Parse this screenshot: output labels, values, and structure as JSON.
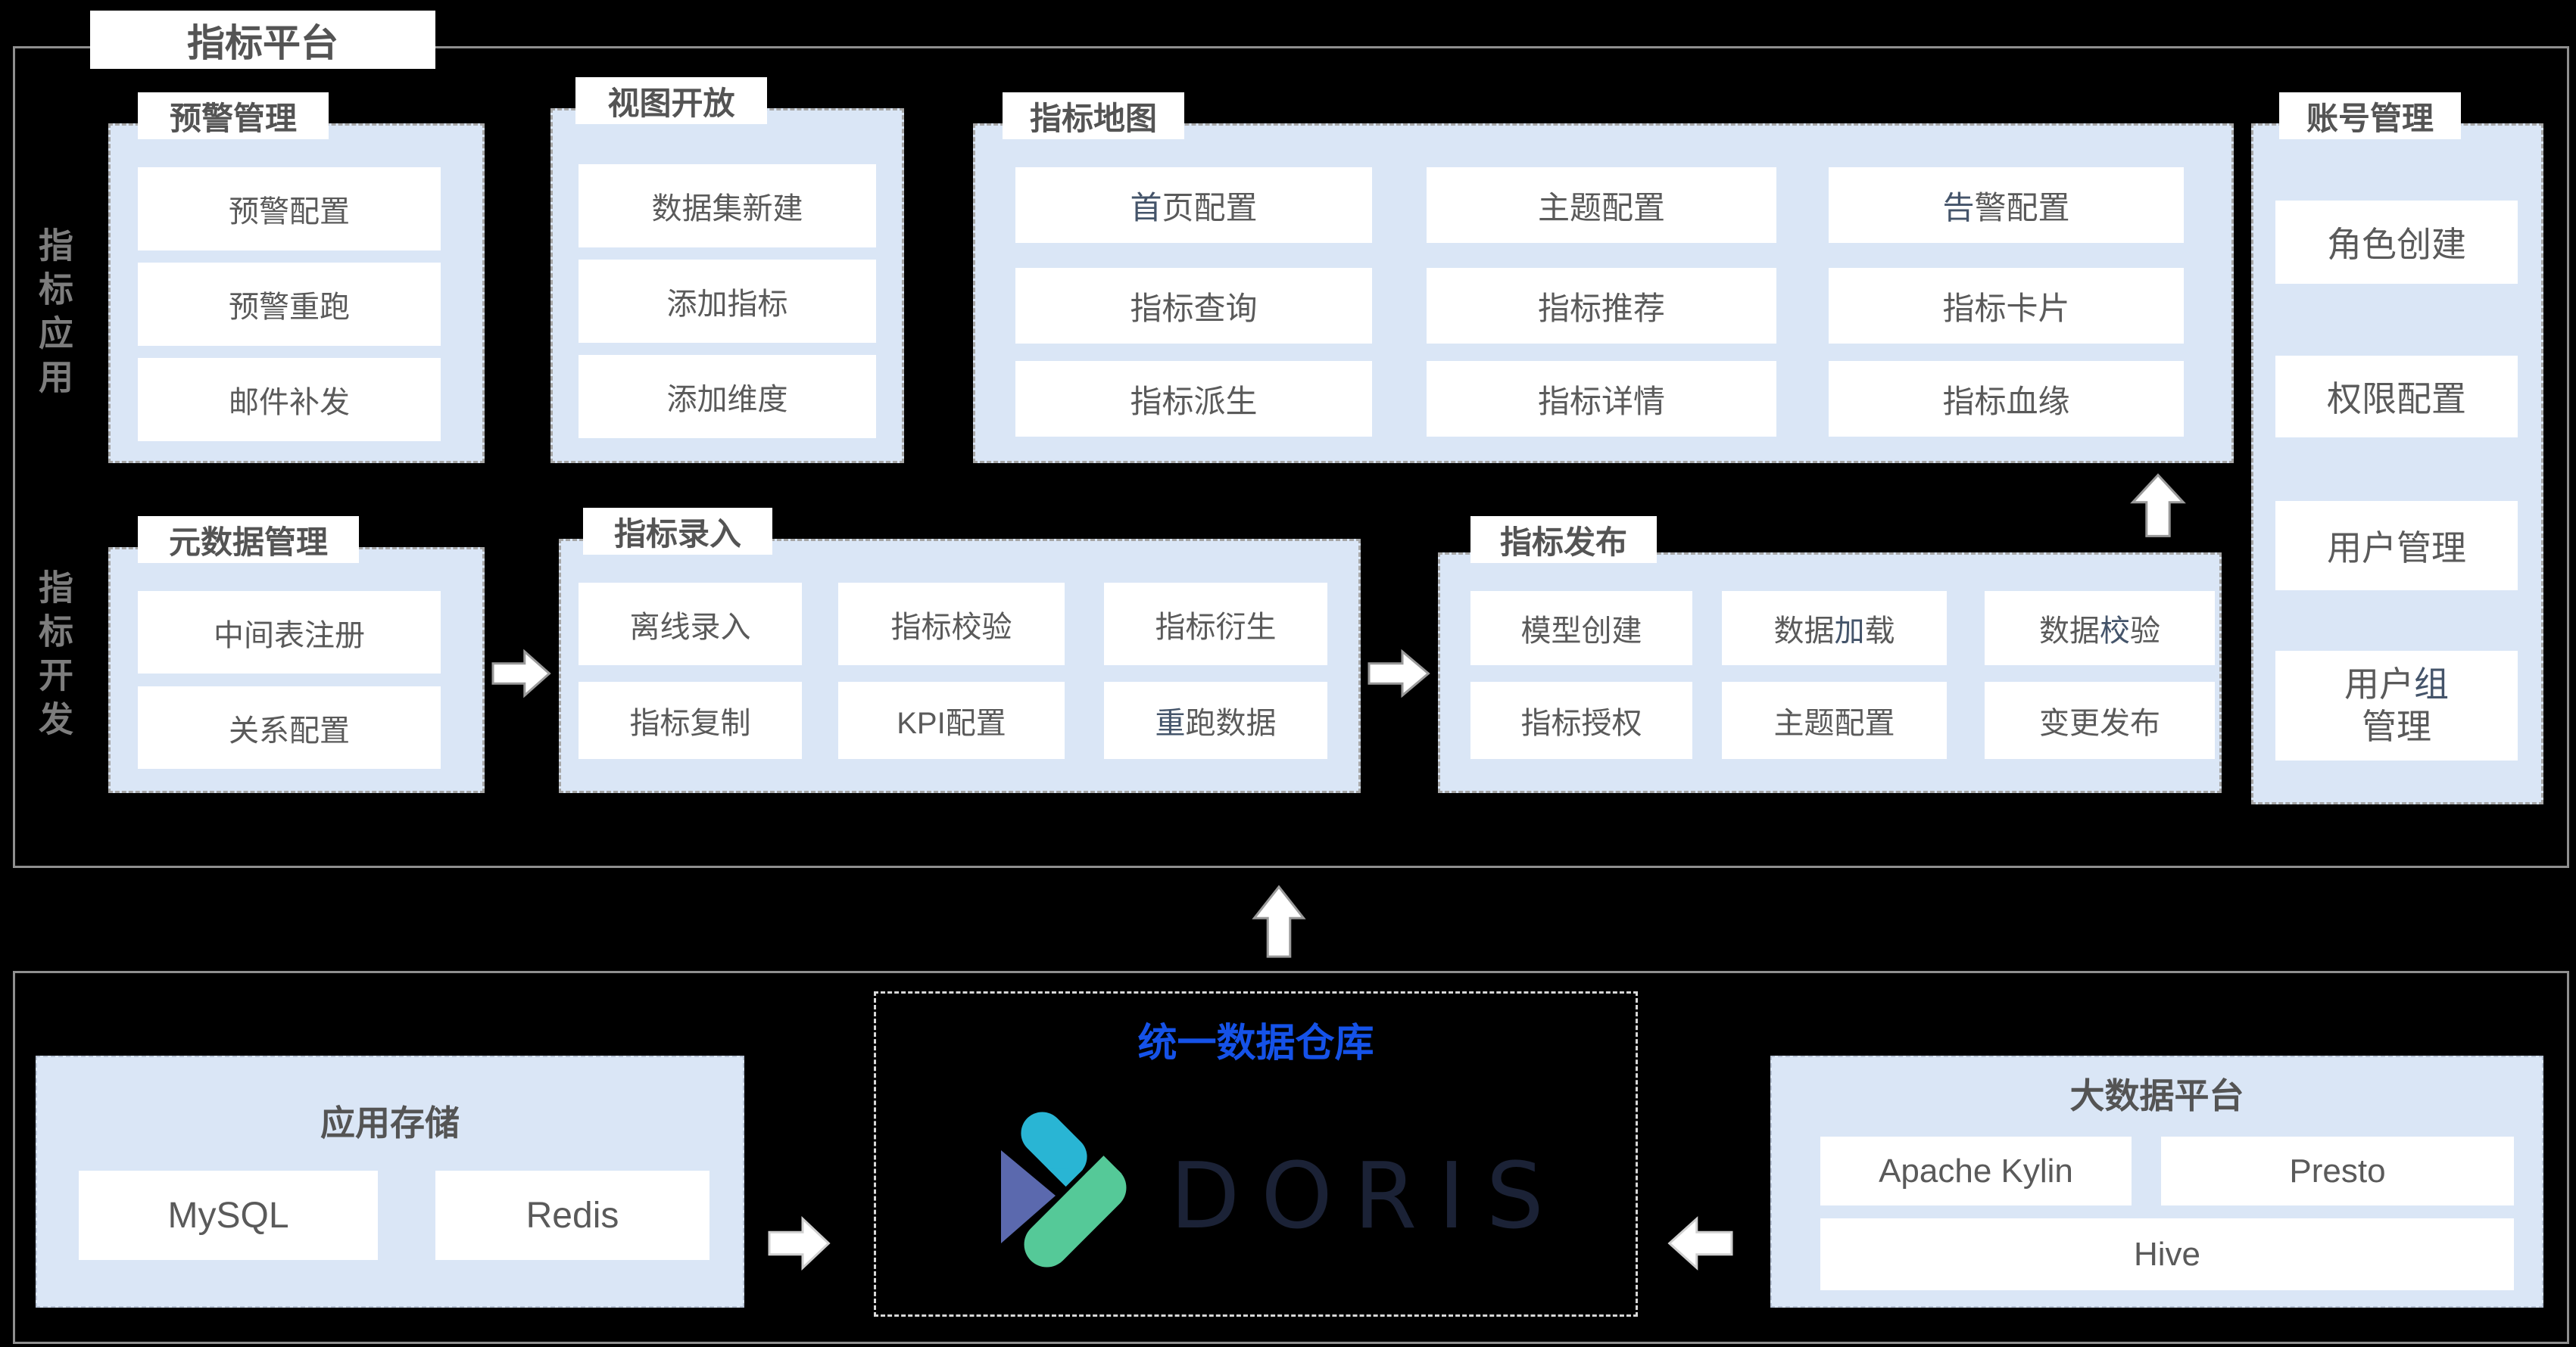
{
  "title": "指标平台",
  "side_labels": {
    "top": "指标应用",
    "bottom": "指标开发"
  },
  "groups": {
    "alert": {
      "title": "预警管理",
      "items": [
        {
          "pre": "预警配置",
          "accent": "",
          "rest": ""
        },
        {
          "pre": "预警重跑",
          "accent": "",
          "rest": ""
        },
        {
          "pre": "邮件补发",
          "accent": "",
          "rest": ""
        }
      ]
    },
    "view": {
      "title": "视图开放",
      "items": [
        {
          "pre": "数据集新建",
          "accent": "",
          "rest": ""
        },
        {
          "pre": "添加指标",
          "accent": "",
          "rest": ""
        },
        {
          "pre": "添加维度",
          "accent": "",
          "rest": ""
        }
      ]
    },
    "map": {
      "title": "指标地图",
      "items": [
        {
          "pre": "",
          "accent": "首",
          "rest": "页配置"
        },
        {
          "pre": "主题配置",
          "accent": "",
          "rest": ""
        },
        {
          "pre": "",
          "accent": "告",
          "rest": "警配置"
        },
        {
          "pre": "指标查询",
          "accent": "",
          "rest": ""
        },
        {
          "pre": "指标推荐",
          "accent": "",
          "rest": ""
        },
        {
          "pre": "指标卡片",
          "accent": "",
          "rest": ""
        },
        {
          "pre": "指标派生",
          "accent": "",
          "rest": ""
        },
        {
          "pre": "指标详情",
          "accent": "",
          "rest": ""
        },
        {
          "pre": "指标血缘",
          "accent": "",
          "rest": ""
        }
      ]
    },
    "account": {
      "title": "账号管理",
      "items": [
        {
          "pre": "角色创建",
          "accent": "",
          "rest": ""
        },
        {
          "pre": "权限配置",
          "accent": "",
          "rest": ""
        },
        {
          "pre": "用户管理",
          "accent": "",
          "rest": ""
        },
        {
          "pre": "用户",
          "accent": "组",
          "rest": "管理"
        }
      ]
    },
    "meta": {
      "title": "元数据管理",
      "items": [
        {
          "pre": "中间表注册",
          "accent": "",
          "rest": ""
        },
        {
          "pre": "关系配置",
          "accent": "",
          "rest": ""
        }
      ]
    },
    "entry": {
      "title": "指标录入",
      "items": [
        {
          "pre": "离线录入",
          "accent": "",
          "rest": ""
        },
        {
          "pre": "指标校验",
          "accent": "",
          "rest": ""
        },
        {
          "pre": "指标衍生",
          "accent": "",
          "rest": ""
        },
        {
          "pre": "指标复制",
          "accent": "",
          "rest": ""
        },
        {
          "pre": "KPI配置",
          "accent": "",
          "rest": ""
        },
        {
          "pre": "",
          "accent": "重",
          "rest": "跑数据"
        }
      ]
    },
    "publish": {
      "title": "指标发布",
      "items": [
        {
          "pre": "模型创建",
          "accent": "",
          "rest": ""
        },
        {
          "pre": "数据",
          "accent": "加",
          "rest": "载"
        },
        {
          "pre": "数据",
          "accent": "校",
          "rest": "验"
        },
        {
          "pre": "指标授权",
          "accent": "",
          "rest": ""
        },
        {
          "pre": "主题配置",
          "accent": "",
          "rest": ""
        },
        {
          "pre": "变更发布",
          "accent": "",
          "rest": ""
        }
      ]
    }
  },
  "infra": {
    "app_storage": {
      "title": "应用存储",
      "items": [
        {
          "text": "MySQL"
        },
        {
          "text": "Redis"
        }
      ]
    },
    "unified_dw": {
      "title": "统一数据仓库",
      "logo_text": "DORIS"
    },
    "big_data": {
      "title": "大数据平台",
      "items": [
        {
          "text": "Apache Kylin"
        },
        {
          "text": "Presto"
        },
        {
          "text": "Hive"
        }
      ]
    }
  },
  "icons": {
    "flow_arrows": [
      {
        "name": "arrow-metadata-to-entry",
        "direction": "right"
      },
      {
        "name": "arrow-entry-to-publish",
        "direction": "right"
      },
      {
        "name": "arrow-publish-to-map",
        "direction": "up"
      },
      {
        "name": "arrow-warehouse-to-platform",
        "direction": "up"
      },
      {
        "name": "arrow-storage-to-doris",
        "direction": "right"
      },
      {
        "name": "arrow-bigdata-to-doris",
        "direction": "left"
      }
    ],
    "doris_logo_shapes": [
      "teal-capsule",
      "purple-triangle",
      "green-capsule"
    ]
  },
  "colors": {
    "background": "#000000",
    "section_border": "#8f8f8f",
    "container_fill": "#dae6f6",
    "container_border": "#a6a6a6",
    "item_fill": "#ffffff",
    "text_gray": "#5a5a5a",
    "accent_navy": "#44546a",
    "unified_title_blue": "#1552e8",
    "doris_teal": "#29b5d4",
    "doris_purple": "#5b69ae",
    "doris_green": "#55c998",
    "doris_text": "#1b2236"
  }
}
